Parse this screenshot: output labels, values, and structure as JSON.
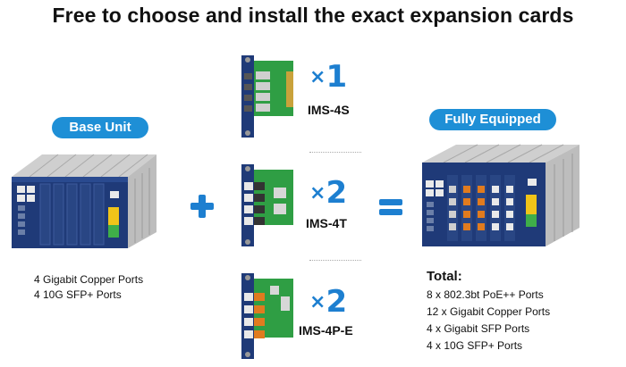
{
  "title": "Free to choose and install the exact expansion cards",
  "base_unit": {
    "label": "Base Unit",
    "features": [
      "4 Gigabit Copper Ports",
      "4 10G SFP+ Ports"
    ]
  },
  "cards": [
    {
      "qty_symbol": "×",
      "qty": "1",
      "model": "IMS-4S"
    },
    {
      "qty_symbol": "×",
      "qty": "2",
      "model": "IMS-4T"
    },
    {
      "qty_symbol": "×",
      "qty": "2",
      "model": "IMS-4P-E"
    }
  ],
  "fully_equipped": {
    "label": "Fully Equipped",
    "total_heading": "Total:",
    "features": [
      "8 x 802.3bt PoE++ Ports",
      "12 x Gigabit Copper Ports",
      "4 x Gigabit SFP Ports",
      "4 x 10G SFP+ Ports"
    ]
  },
  "colors": {
    "accent": "#1e8fd6",
    "chassis": "#1f3a78",
    "heatsink": "#d9d9d9"
  }
}
